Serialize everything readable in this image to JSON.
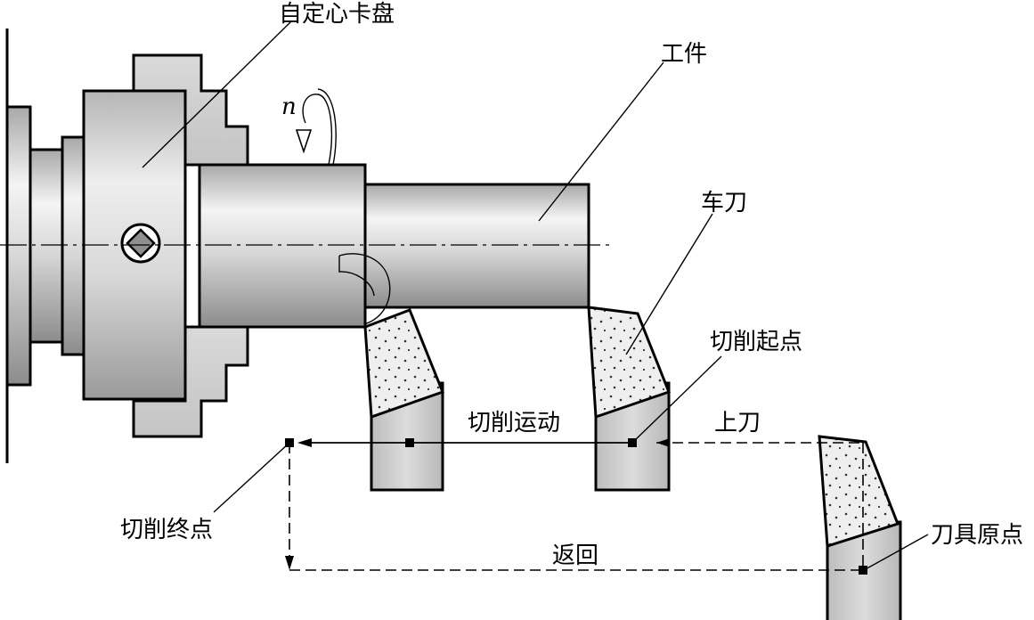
{
  "labels": {
    "chuck": "自定心卡盘",
    "workpiece": "工件",
    "rotation": "n",
    "tool": "车刀",
    "cut_start": "切削起点",
    "cut_motion": "切削运动",
    "tool_approach": "上刀",
    "cut_end": "切削终点",
    "return": "返回",
    "tool_origin": "刀具原点"
  }
}
